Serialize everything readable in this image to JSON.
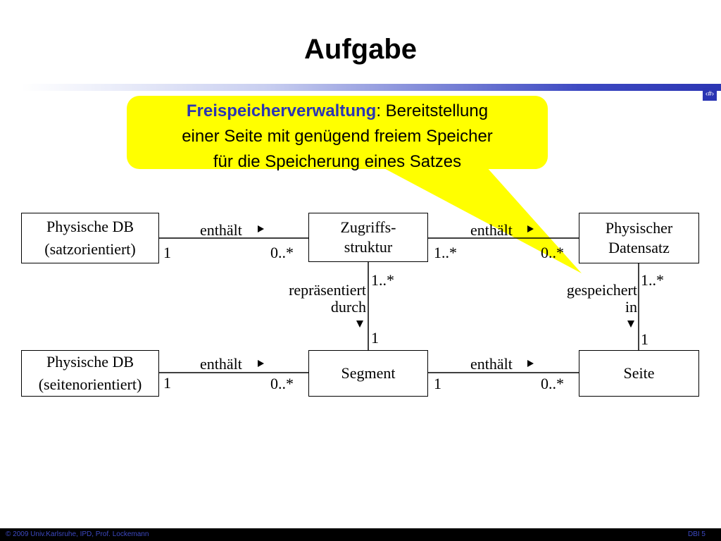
{
  "title": "Aufgabe",
  "page_indicator": "‹#›",
  "callout": {
    "highlight": "Freispeicherverwaltung",
    "text_rest": ": Bereitstellung",
    "line2": "einer Seite mit  genügend freiem Speicher",
    "line3": "für die Speicherung eines Satzes",
    "color": "#FFFF00"
  },
  "boxes": {
    "db_satz_line1": "Physische DB",
    "db_satz_line2": "(satzorientiert)",
    "zugriff_line1": "Zugriffs-",
    "zugriff_line2": "struktur",
    "datensatz_line1": "Physischer",
    "datensatz_line2": "Datensatz",
    "db_seite_line1": "Physische DB",
    "db_seite_line2": "(seitenorientiert)",
    "segment": "Segment",
    "seite": "Seite"
  },
  "associations": {
    "contains": "enthält",
    "represented_line1": "repräsentiert",
    "represented_line2": "durch",
    "stored_line1": "gespeichert",
    "stored_line2": "in"
  },
  "multiplicities": {
    "one": "1",
    "zero_many": "0..*",
    "one_many": "1..*"
  },
  "footer": {
    "left": "© 2009 Univ.Karlsruhe, IPD, Prof. Lockemann",
    "right": "DBI 5"
  },
  "colors": {
    "accent": "#2B35B3"
  }
}
